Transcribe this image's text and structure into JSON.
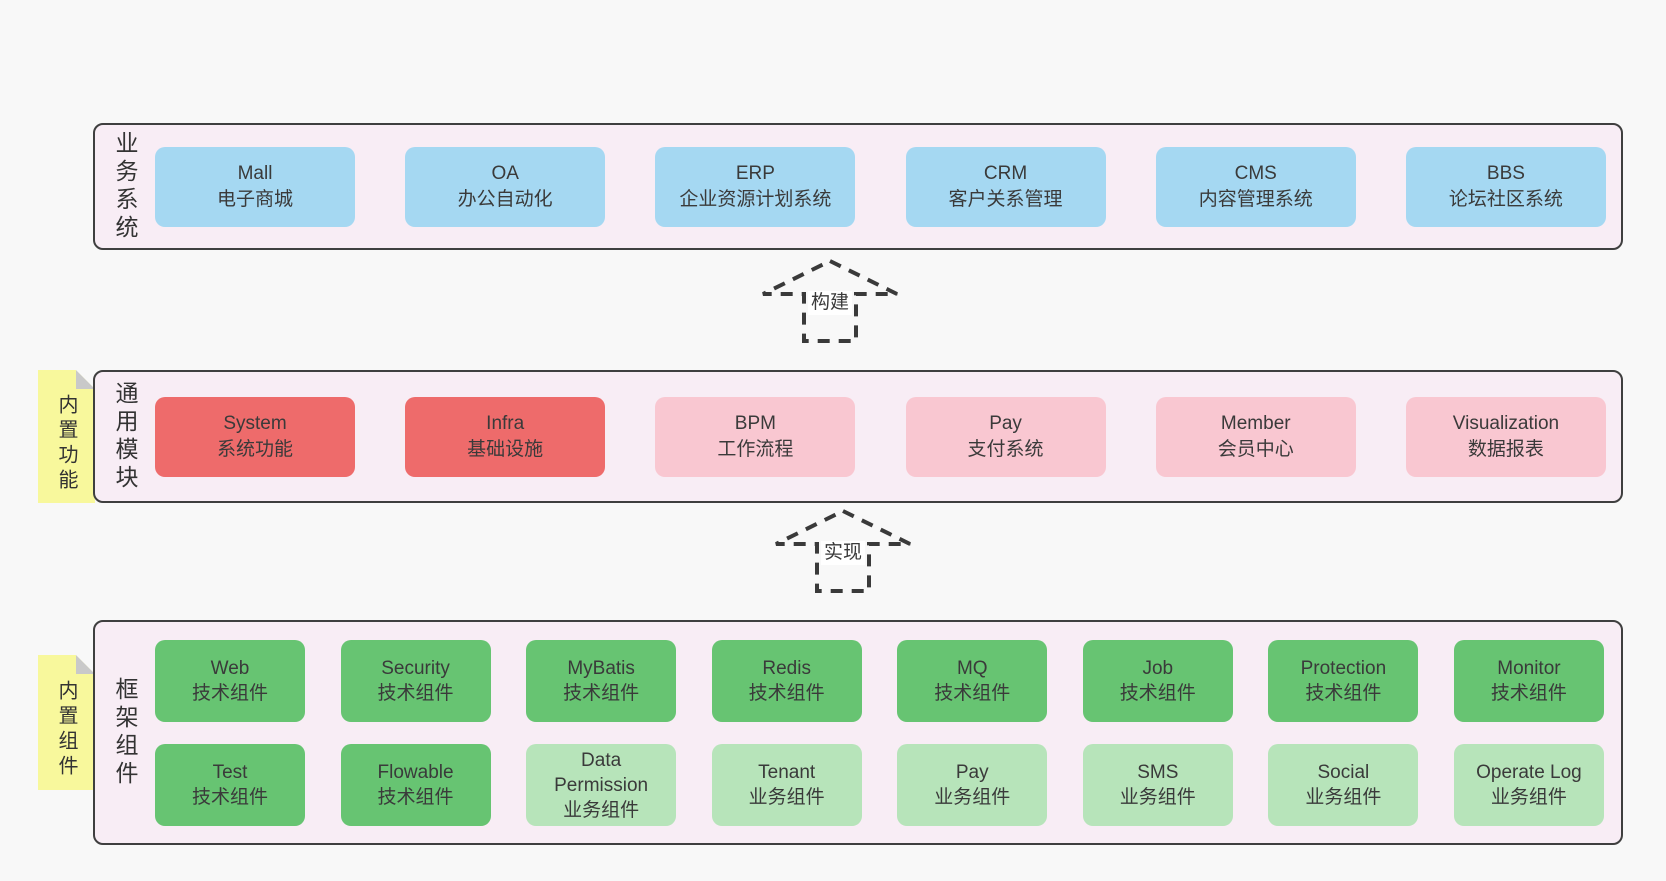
{
  "colors": {
    "page_bg": "#f8f8f8",
    "panel_bg": "#f8edf5",
    "panel_border": "#3f3f3f",
    "box_blue": "#a5d8f2",
    "box_red": "#ee6b6b",
    "box_pink": "#f9c7d1",
    "box_green": "#67c472",
    "box_lightgreen": "#b7e4ba",
    "sticky_yellow": "#f8f89c",
    "sticky_fold": "#c9c9c9",
    "text": "#3a3a3a",
    "arrow": "#3a3a3a"
  },
  "arrows": [
    {
      "label": "构建"
    },
    {
      "label": "实现"
    }
  ],
  "layers": [
    {
      "side_label": "业务系统",
      "boxes": [
        {
          "title": "Mall",
          "subtitle": "电子商城"
        },
        {
          "title": "OA",
          "subtitle": "办公自动化"
        },
        {
          "title": "ERP",
          "subtitle": "企业资源计划系统"
        },
        {
          "title": "CRM",
          "subtitle": "客户关系管理"
        },
        {
          "title": "CMS",
          "subtitle": "内容管理系统"
        },
        {
          "title": "BBS",
          "subtitle": "论坛社区系统"
        }
      ]
    },
    {
      "side_label": "通用模块",
      "sticky_label": "内置功能",
      "boxes": [
        {
          "title": "System",
          "subtitle": "系统功能"
        },
        {
          "title": "Infra",
          "subtitle": "基础设施"
        },
        {
          "title": "BPM",
          "subtitle": "工作流程"
        },
        {
          "title": "Pay",
          "subtitle": "支付系统"
        },
        {
          "title": "Member",
          "subtitle": "会员中心"
        },
        {
          "title": "Visualization",
          "subtitle": "数据报表"
        }
      ]
    },
    {
      "side_label": "框架组件",
      "sticky_label": "内置组件",
      "rows": [
        [
          {
            "title": "Web",
            "subtitle": "技术组件"
          },
          {
            "title": "Security",
            "subtitle": "技术组件"
          },
          {
            "title": "MyBatis",
            "subtitle": "技术组件"
          },
          {
            "title": "Redis",
            "subtitle": "技术组件"
          },
          {
            "title": "MQ",
            "subtitle": "技术组件"
          },
          {
            "title": "Job",
            "subtitle": "技术组件"
          },
          {
            "title": "Protection",
            "subtitle": "技术组件"
          },
          {
            "title": "Monitor",
            "subtitle": "技术组件"
          }
        ],
        [
          {
            "title": "Test",
            "subtitle": "技术组件"
          },
          {
            "title": "Flowable",
            "subtitle": "技术组件"
          },
          {
            "title": "Data Permission",
            "subtitle": "业务组件"
          },
          {
            "title": "Tenant",
            "subtitle": "业务组件"
          },
          {
            "title": "Pay",
            "subtitle": "业务组件"
          },
          {
            "title": "SMS",
            "subtitle": "业务组件"
          },
          {
            "title": "Social",
            "subtitle": "业务组件"
          },
          {
            "title": "Operate Log",
            "subtitle": "业务组件"
          }
        ]
      ]
    }
  ]
}
